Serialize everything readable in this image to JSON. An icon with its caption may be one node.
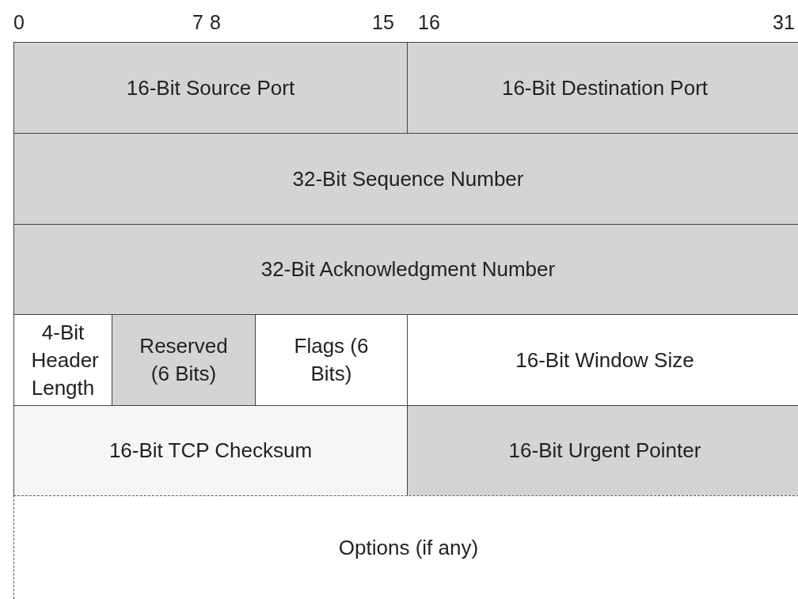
{
  "diagram": {
    "nodes": [
      {
        "text": [
          "16-Bit Source Port"
        ]
      },
      {
        "text": [
          "16-Bit Destination Port"
        ]
      },
      {
        "text": [
          "32-Bit Sequence Number"
        ]
      },
      {
        "text": [
          "32-Bit Acknowledgment Number"
        ]
      },
      {
        "text": [
          "4-Bit Header Length"
        ]
      },
      {
        "text": [
          "Reserved (6 Bits)"
        ]
      },
      {
        "text": [
          "Flags (6 Bits)"
        ]
      },
      {
        "text": [
          "16-Bit Window Size"
        ]
      },
      {
        "text": [
          "16-Bit TCP Checksum"
        ]
      },
      {
        "text": [
          "16-Bit Urgent Pointer"
        ]
      },
      {
        "text": [
          "Options (if any)"
        ]
      }
    ],
    "edges": [],
    "labels": [
      "0",
      "7",
      "8",
      "15",
      "16",
      "31"
    ]
  }
}
